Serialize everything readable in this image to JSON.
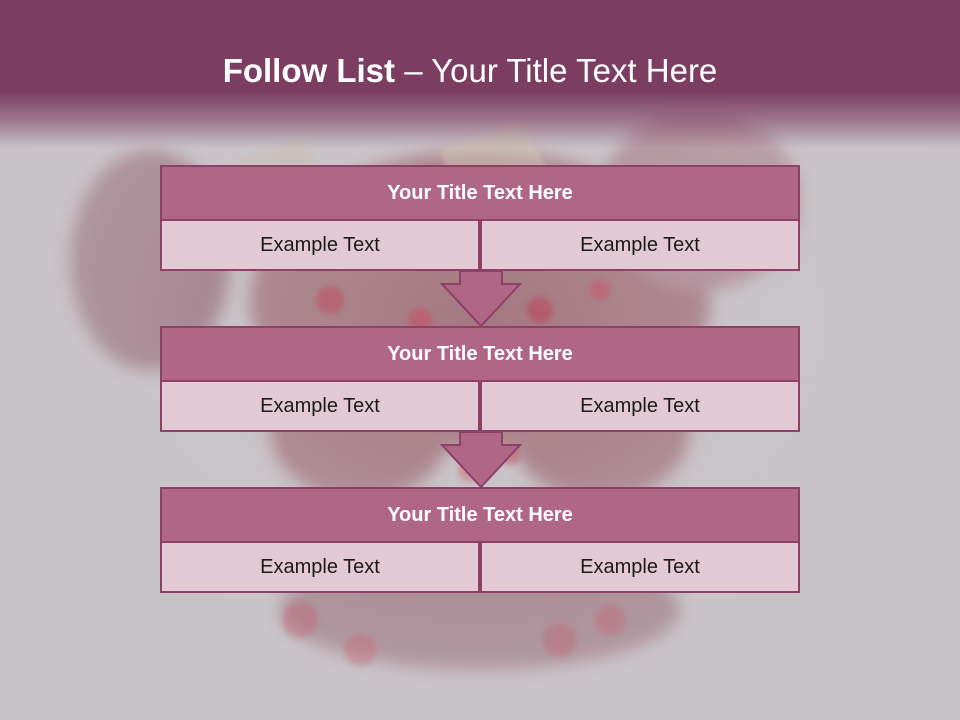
{
  "slide": {
    "title_bold": "Follow List",
    "title_rest": " – Your Title Text Here"
  },
  "blocks": [
    {
      "title": "Your Title Text Here",
      "left": "Example Text",
      "right": "Example Text"
    },
    {
      "title": "Your Title Text Here",
      "left": "Example Text",
      "right": "Example Text"
    },
    {
      "title": "Your Title Text Here",
      "left": "Example Text",
      "right": "Example Text"
    }
  ],
  "colors": {
    "header": "#7c3e60",
    "block_title": "#b06685",
    "block_cell": "#e2c9d3",
    "border": "#8e4166",
    "arrow": "#b06685"
  }
}
